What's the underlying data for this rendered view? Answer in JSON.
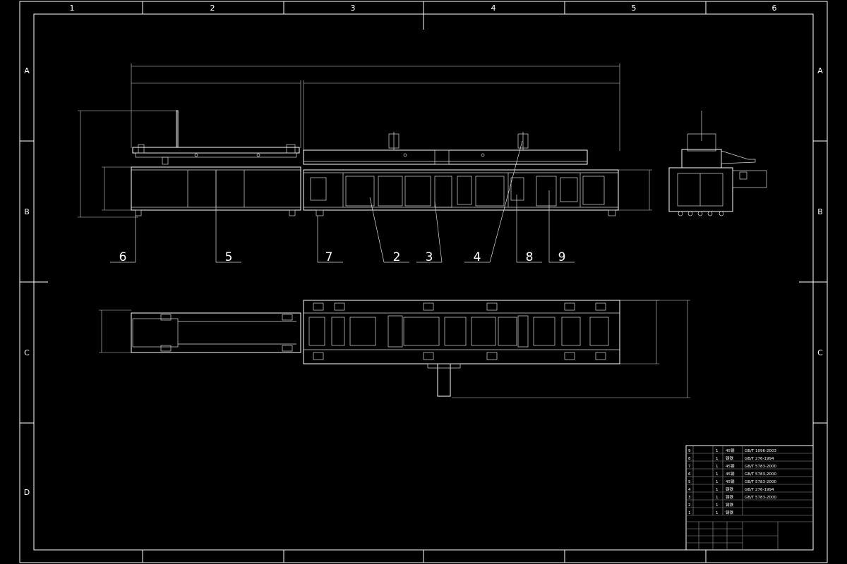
{
  "border_columns": [
    "1",
    "2",
    "3",
    "4",
    "5",
    "6"
  ],
  "border_rows": [
    "A",
    "B",
    "C",
    "D"
  ],
  "balloons": [
    "6",
    "5",
    "7",
    "2",
    "3",
    "4",
    "8",
    "9"
  ],
  "title_block": {
    "rows": [
      {
        "no": "9",
        "name": "",
        "qty": "1",
        "material": "45钢",
        "standard": "GB/T 1096-2003"
      },
      {
        "no": "8",
        "name": "",
        "qty": "1",
        "material": "铸铁",
        "standard": "GB/T 276-1994"
      },
      {
        "no": "7",
        "name": "",
        "qty": "1",
        "material": "45钢",
        "standard": "GB/T 5783-2000"
      },
      {
        "no": "6",
        "name": "",
        "qty": "1",
        "material": "45钢",
        "standard": "GB/T 5783-2000"
      },
      {
        "no": "5",
        "name": "",
        "qty": "1",
        "material": "45钢",
        "standard": "GB/T 5783-2000"
      },
      {
        "no": "4",
        "name": "",
        "qty": "1",
        "material": "铸铁",
        "standard": "GB/T 276-1994"
      },
      {
        "no": "3",
        "name": "",
        "qty": "1",
        "material": "铸铁",
        "standard": "GB/T 5783-2000"
      },
      {
        "no": "2",
        "name": "",
        "qty": "1",
        "material": "铸铁",
        "standard": ""
      },
      {
        "no": "1",
        "name": "",
        "qty": "1",
        "material": "铸铁",
        "standard": ""
      }
    ]
  }
}
